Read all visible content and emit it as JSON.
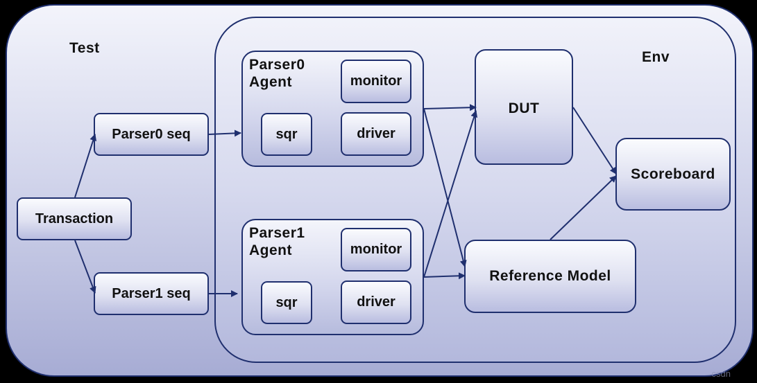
{
  "test": {
    "label": "Test"
  },
  "env": {
    "label": "Env"
  },
  "transaction": "Transaction",
  "sequences": {
    "parser0": "Parser0 seq",
    "parser1": "Parser1 seq"
  },
  "agents": [
    {
      "title": "Parser0\nAgent",
      "monitor": "monitor",
      "sqr": "sqr",
      "driver": "driver"
    },
    {
      "title": "Parser1\nAgent",
      "monitor": "monitor",
      "sqr": "sqr",
      "driver": "driver"
    }
  ],
  "dut": "DUT",
  "reference_model": "Reference Model",
  "scoreboard": "Scoreboard",
  "watermark": "csdn",
  "colors": {
    "stroke": "#1f2f6e",
    "text": "#111111",
    "background": "#000000"
  }
}
